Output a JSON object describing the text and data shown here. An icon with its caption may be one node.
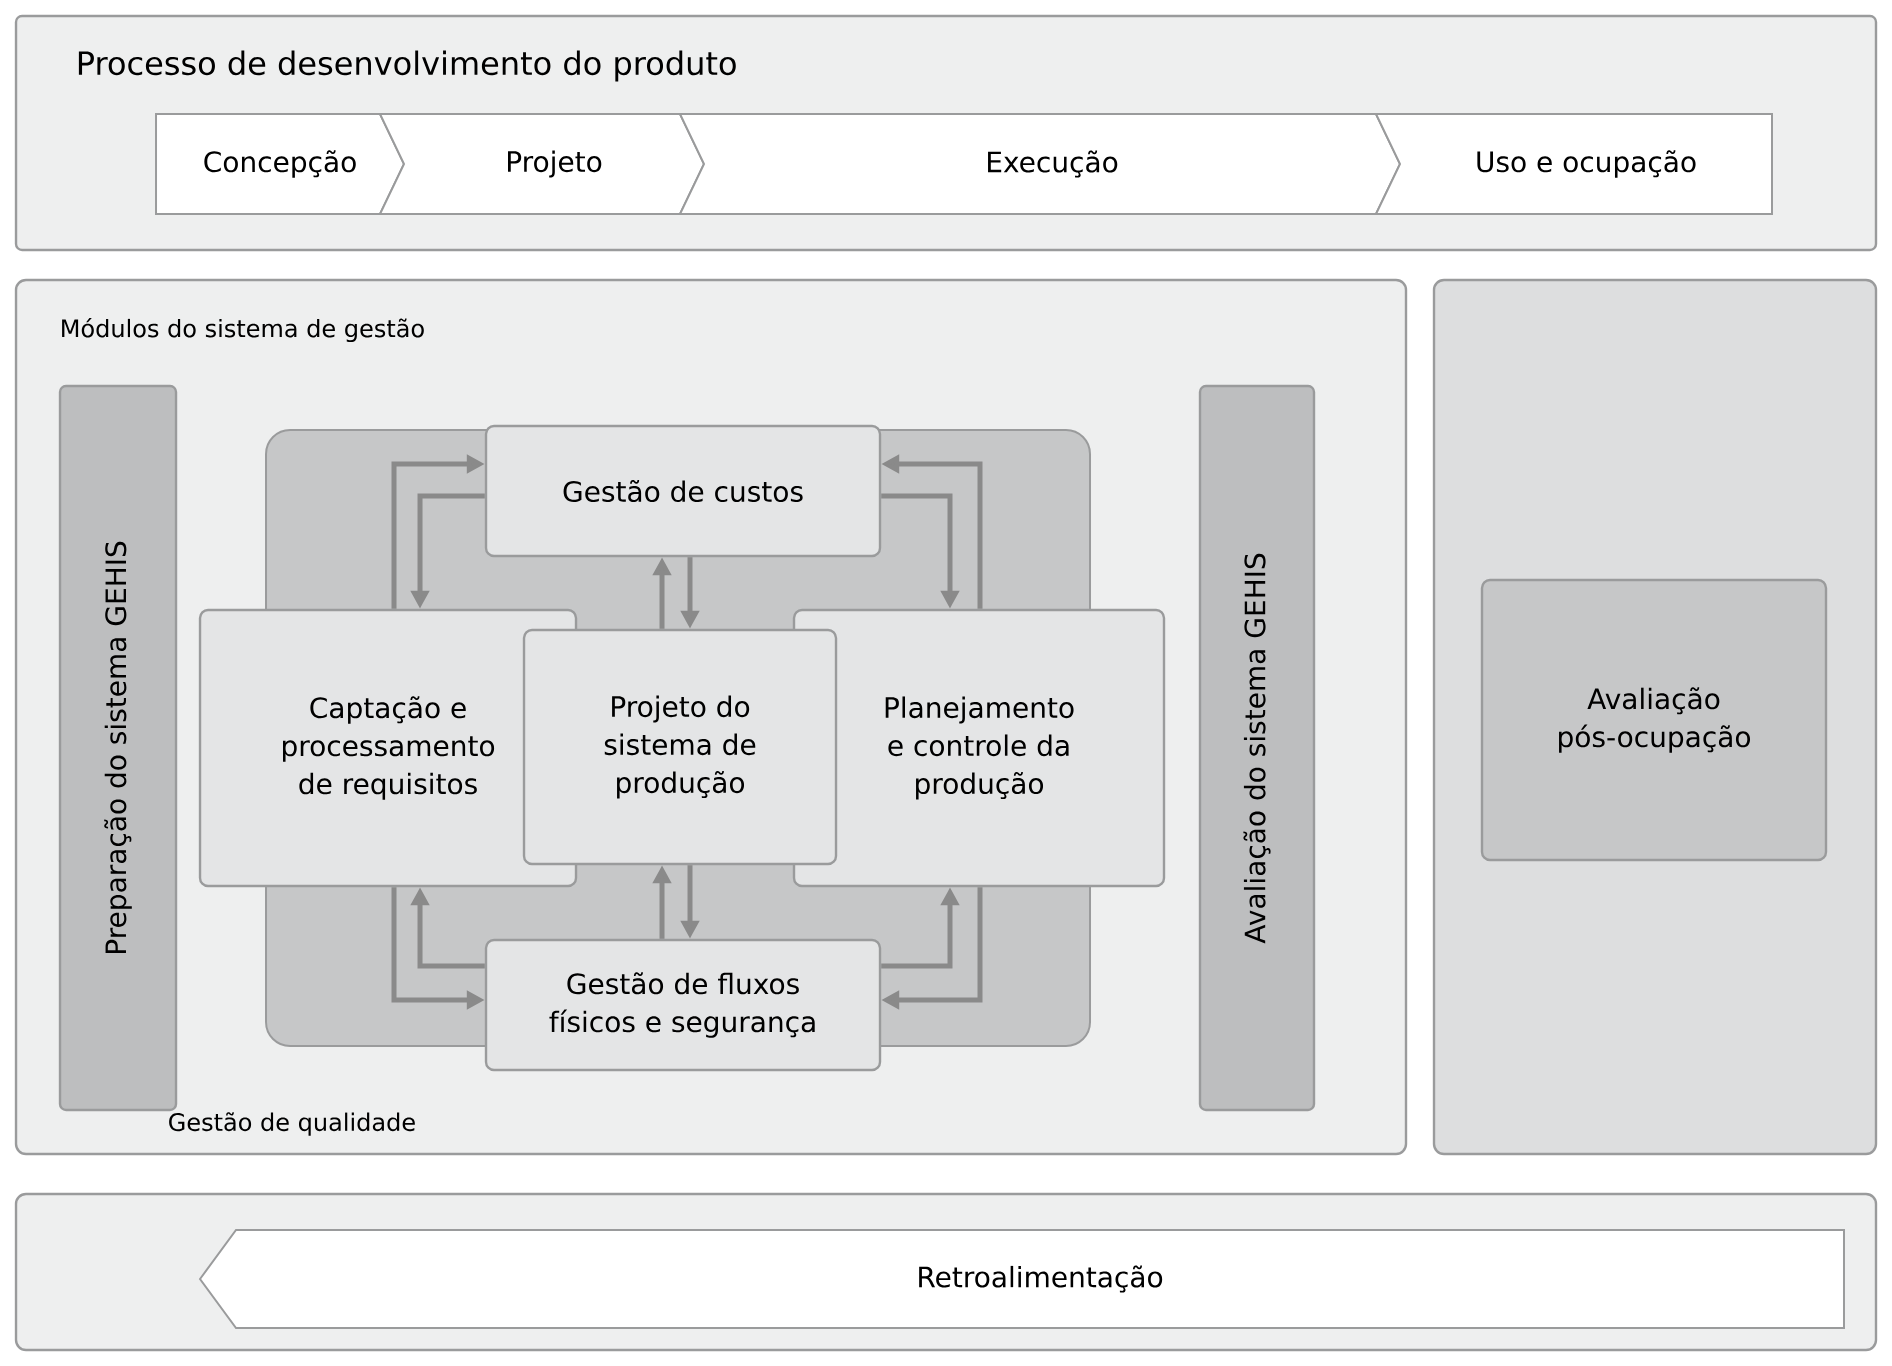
{
  "diagram": {
    "nodes": [
      {
        "text": [
          "Processo de desenvolvimento do produto"
        ]
      },
      {
        "text": [
          "Concepção"
        ],
        "in": 0
      },
      {
        "text": [
          "Projeto"
        ],
        "in": 0
      },
      {
        "text": [
          "Execução"
        ],
        "in": 0
      },
      {
        "text": [
          "Uso e ocupação"
        ],
        "in": 0
      },
      {
        "text": [
          "Módulos do sistema de gestão"
        ]
      },
      {
        "text": [
          "Preparação do sistema GEHIS"
        ],
        "in": 5
      },
      {
        "text": [
          "Gestão de qualidade"
        ],
        "in": 5
      },
      {
        "text": [
          "Gestão de custos"
        ],
        "in": 7
      },
      {
        "text": [
          "Captação e processamento de requisitos"
        ],
        "in": 5
      },
      {
        "text": [
          "Projeto do sistema de produção"
        ],
        "in": 7
      },
      {
        "text": [
          "Planejamento e controle da produção"
        ],
        "in": 5
      },
      {
        "text": [
          "Gestão de fluxos físicos e segurança"
        ],
        "in": 5
      },
      {
        "text": [
          "Avaliação do sistema GEHIS"
        ],
        "in": 5
      },
      {
        "text": [],
        "shape": "box"
      },
      {
        "text": [
          "Avaliação pós-ocupação"
        ],
        "in": 14
      },
      {
        "text": [],
        "shape": "box"
      },
      {
        "text": [
          "Retroalimentação"
        ],
        "in": 16
      }
    ],
    "edges": [
      {
        "from": 9,
        "to": 8,
        "arrow": "to"
      },
      {
        "from": 8,
        "to": 9,
        "arrow": "to"
      },
      {
        "from": 11,
        "to": 8,
        "arrow": "to"
      },
      {
        "from": 8,
        "to": 11,
        "arrow": "to"
      },
      {
        "from": 10,
        "to": 8,
        "arrow": "to"
      },
      {
        "from": 8,
        "to": 10,
        "arrow": "to"
      },
      {
        "from": 12,
        "to": 9,
        "arrow": "to"
      },
      {
        "from": 9,
        "to": 12,
        "arrow": "to"
      },
      {
        "from": 10,
        "to": 12,
        "arrow": "to"
      },
      {
        "from": 12,
        "to": 10,
        "arrow": "to"
      },
      {
        "from": 12,
        "to": 11,
        "arrow": "to"
      },
      {
        "from": 11,
        "to": 12,
        "arrow": "to"
      }
    ]
  }
}
